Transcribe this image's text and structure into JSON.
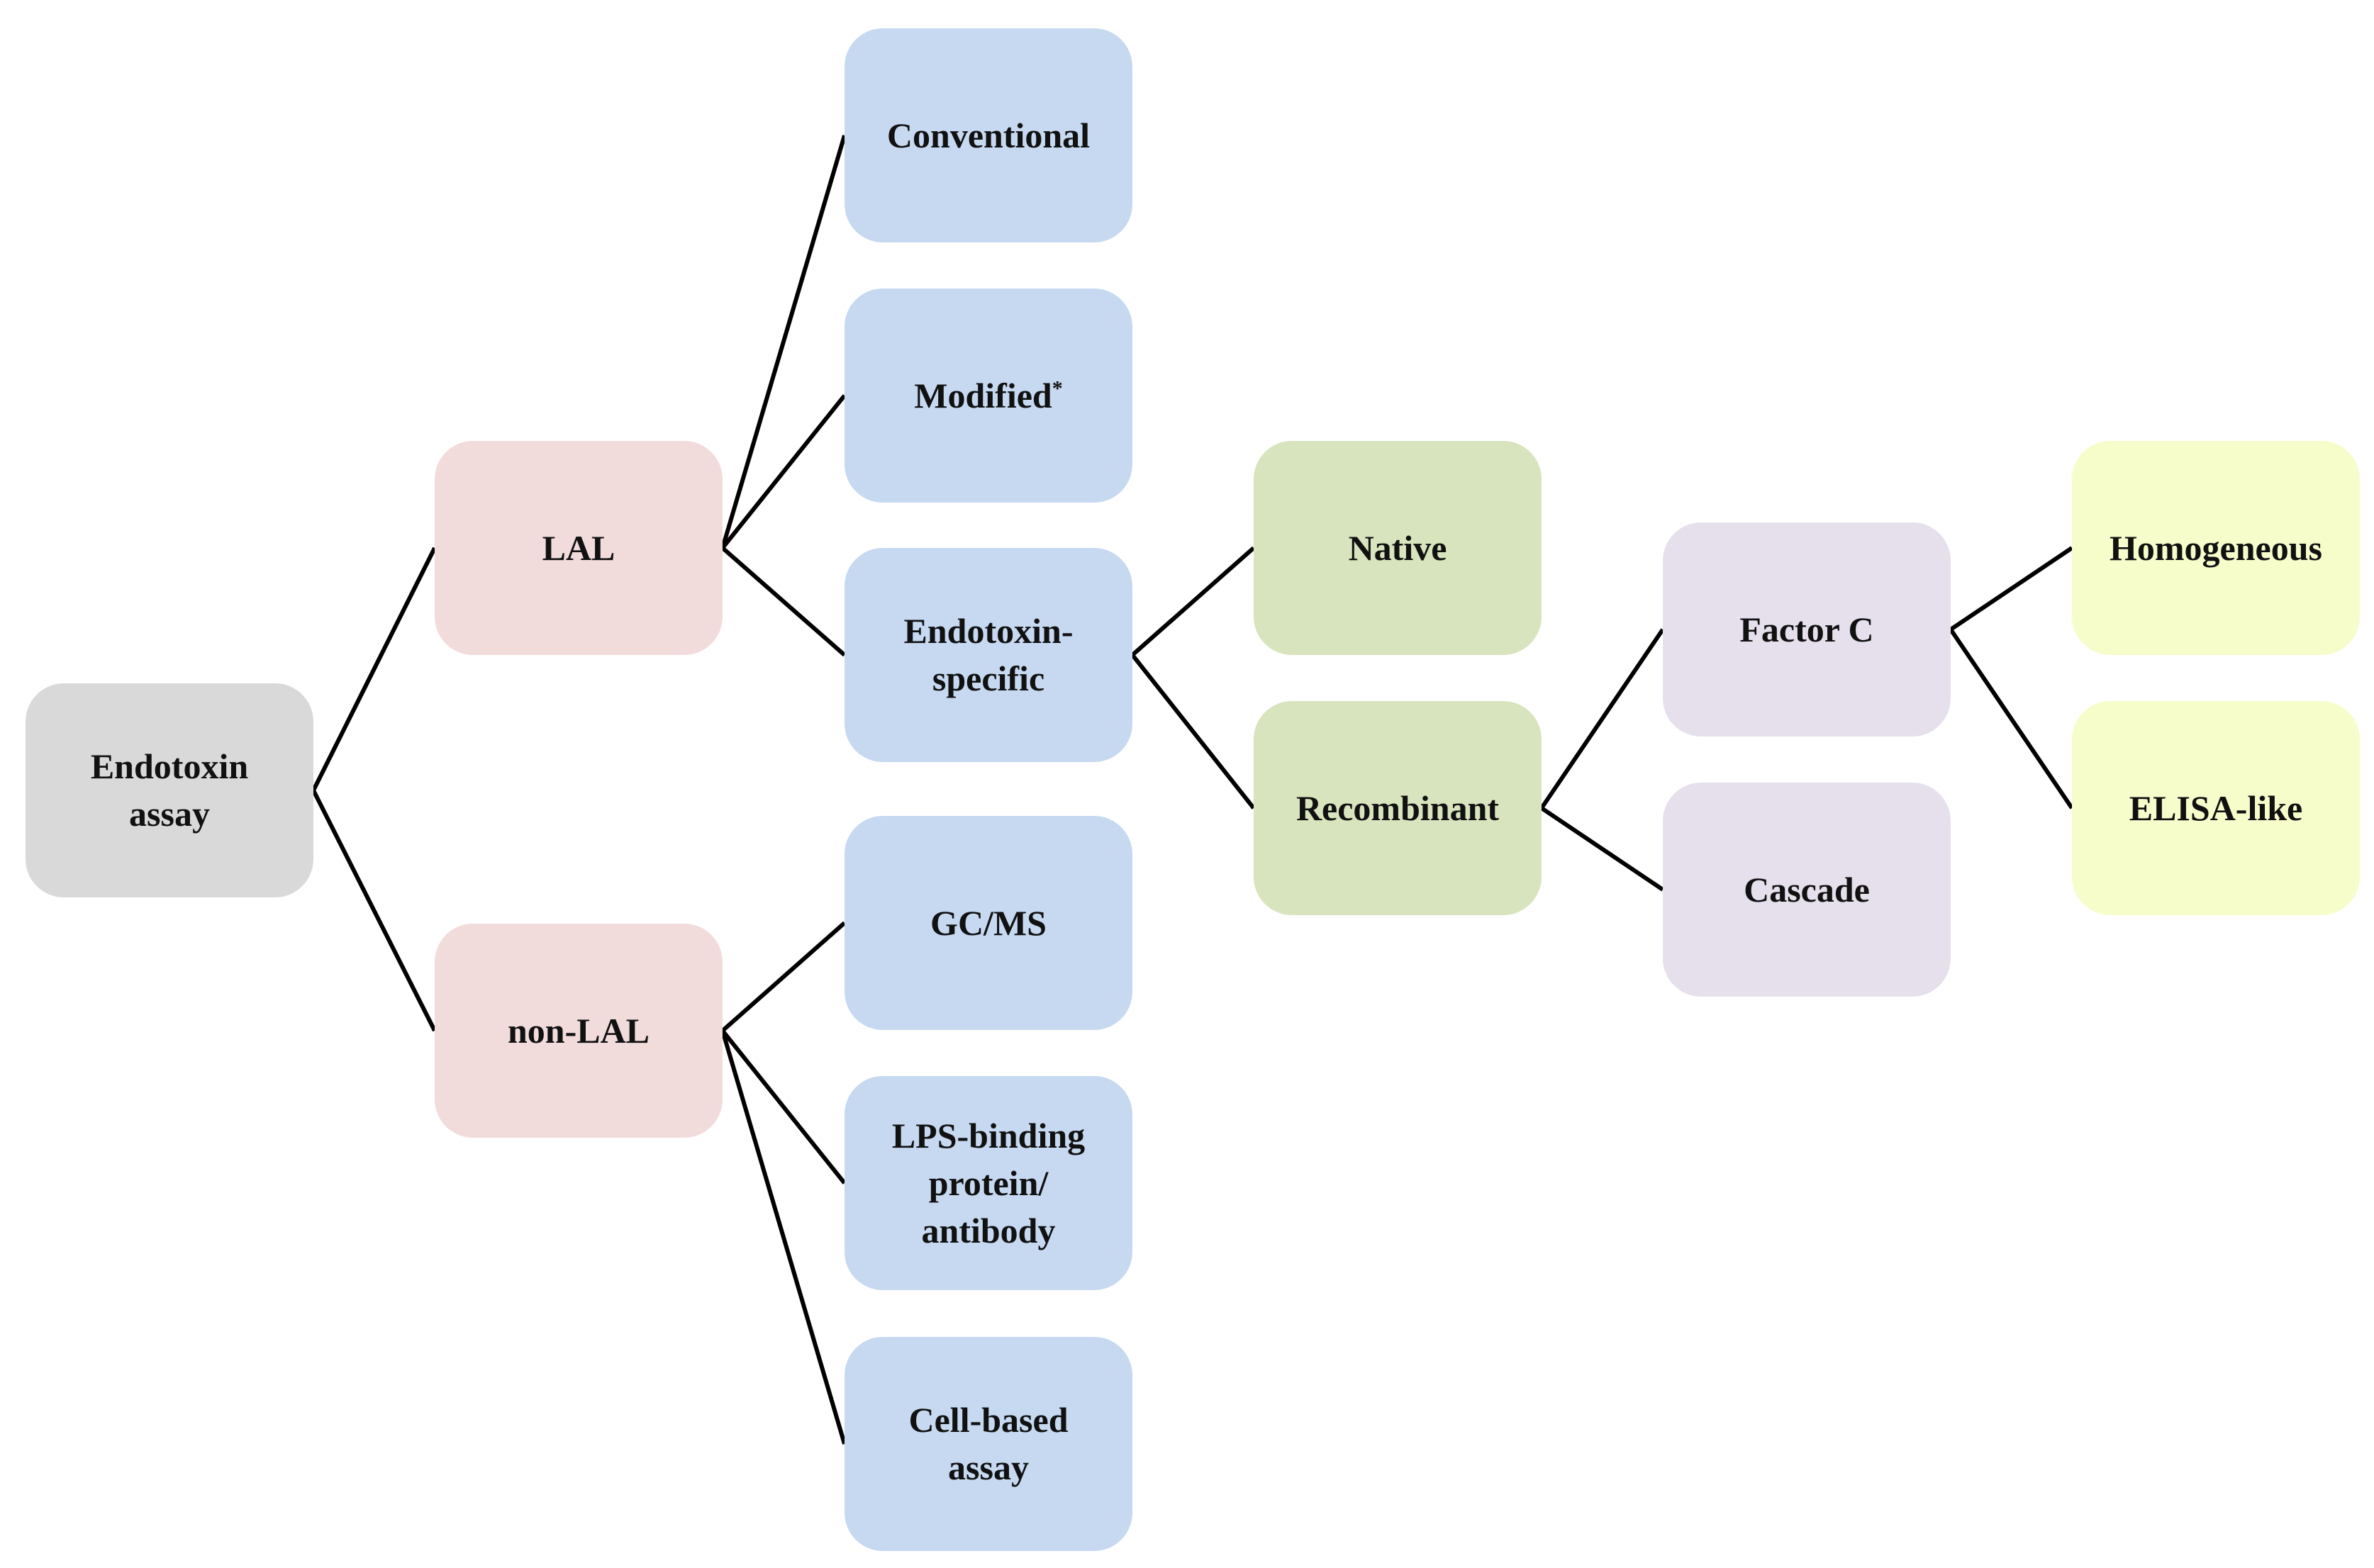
{
  "diagram": {
    "nodes": {
      "root": "Endotoxin\nassay",
      "lal": "LAL",
      "non_lal": "non-LAL",
      "conventional": "Conventional",
      "modified": "Modified",
      "modified_mark": "*",
      "endotoxin_specific": "Endotoxin-\nspecific",
      "gc_ms": "GC/MS",
      "lps_binding": "LPS-binding\nprotein/\nantibody",
      "cell_based": "Cell-based\nassay",
      "native": "Native",
      "recombinant": "Recombinant",
      "factor_c": "Factor C",
      "cascade": "Cascade",
      "homogeneous": "Homogeneous",
      "elisa_like": "ELISA-like"
    },
    "edges": [
      [
        "root",
        "lal"
      ],
      [
        "root",
        "non_lal"
      ],
      [
        "lal",
        "conventional"
      ],
      [
        "lal",
        "modified"
      ],
      [
        "lal",
        "endotoxin_specific"
      ],
      [
        "non_lal",
        "gc_ms"
      ],
      [
        "non_lal",
        "lps_binding"
      ],
      [
        "non_lal",
        "cell_based"
      ],
      [
        "endotoxin_specific",
        "native"
      ],
      [
        "endotoxin_specific",
        "recombinant"
      ],
      [
        "recombinant",
        "factor_c"
      ],
      [
        "recombinant",
        "cascade"
      ],
      [
        "factor_c",
        "homogeneous"
      ],
      [
        "factor_c",
        "elisa_like"
      ]
    ],
    "colors": {
      "root": "#d9d9d9",
      "level1": "#f2dcdb",
      "level2": "#c6d9f1",
      "level3": "#d7e4bd",
      "level4": "#e5e0ec",
      "level5": "#f7fccb",
      "connector": "#000000"
    }
  }
}
